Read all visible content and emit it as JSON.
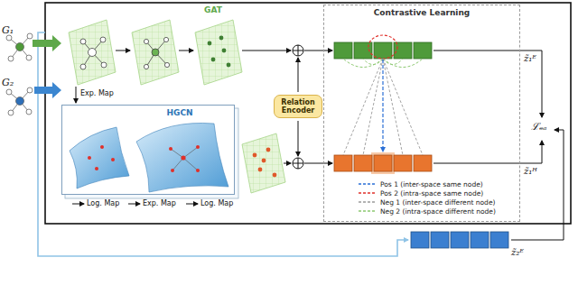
{
  "diagram": {
    "nodes": [
      {
        "text": [
          "HGCN"
        ]
      },
      {
        "text": [
          "Relation Encoder"
        ]
      },
      {
        "text": [
          "Contrastive Learning"
        ]
      }
    ],
    "labels": [
      "G₁",
      "G₂",
      "GAT",
      "Exp. Map",
      "Log. Map",
      "Exp. Map",
      "Log. Map",
      "z̃₁ᴱ",
      "z̃₁ᴴ",
      "z̃₂ᴱ",
      "ℒₑₐ"
    ],
    "legend": [
      {
        "text": "Pos 1 (inter-space same node)"
      },
      {
        "text": "Pos 2 (intra-space same node)"
      },
      {
        "text": "Neg 1 (inter-space different node)"
      },
      {
        "text": "Neg 2 (intra-space different node)"
      }
    ]
  }
}
